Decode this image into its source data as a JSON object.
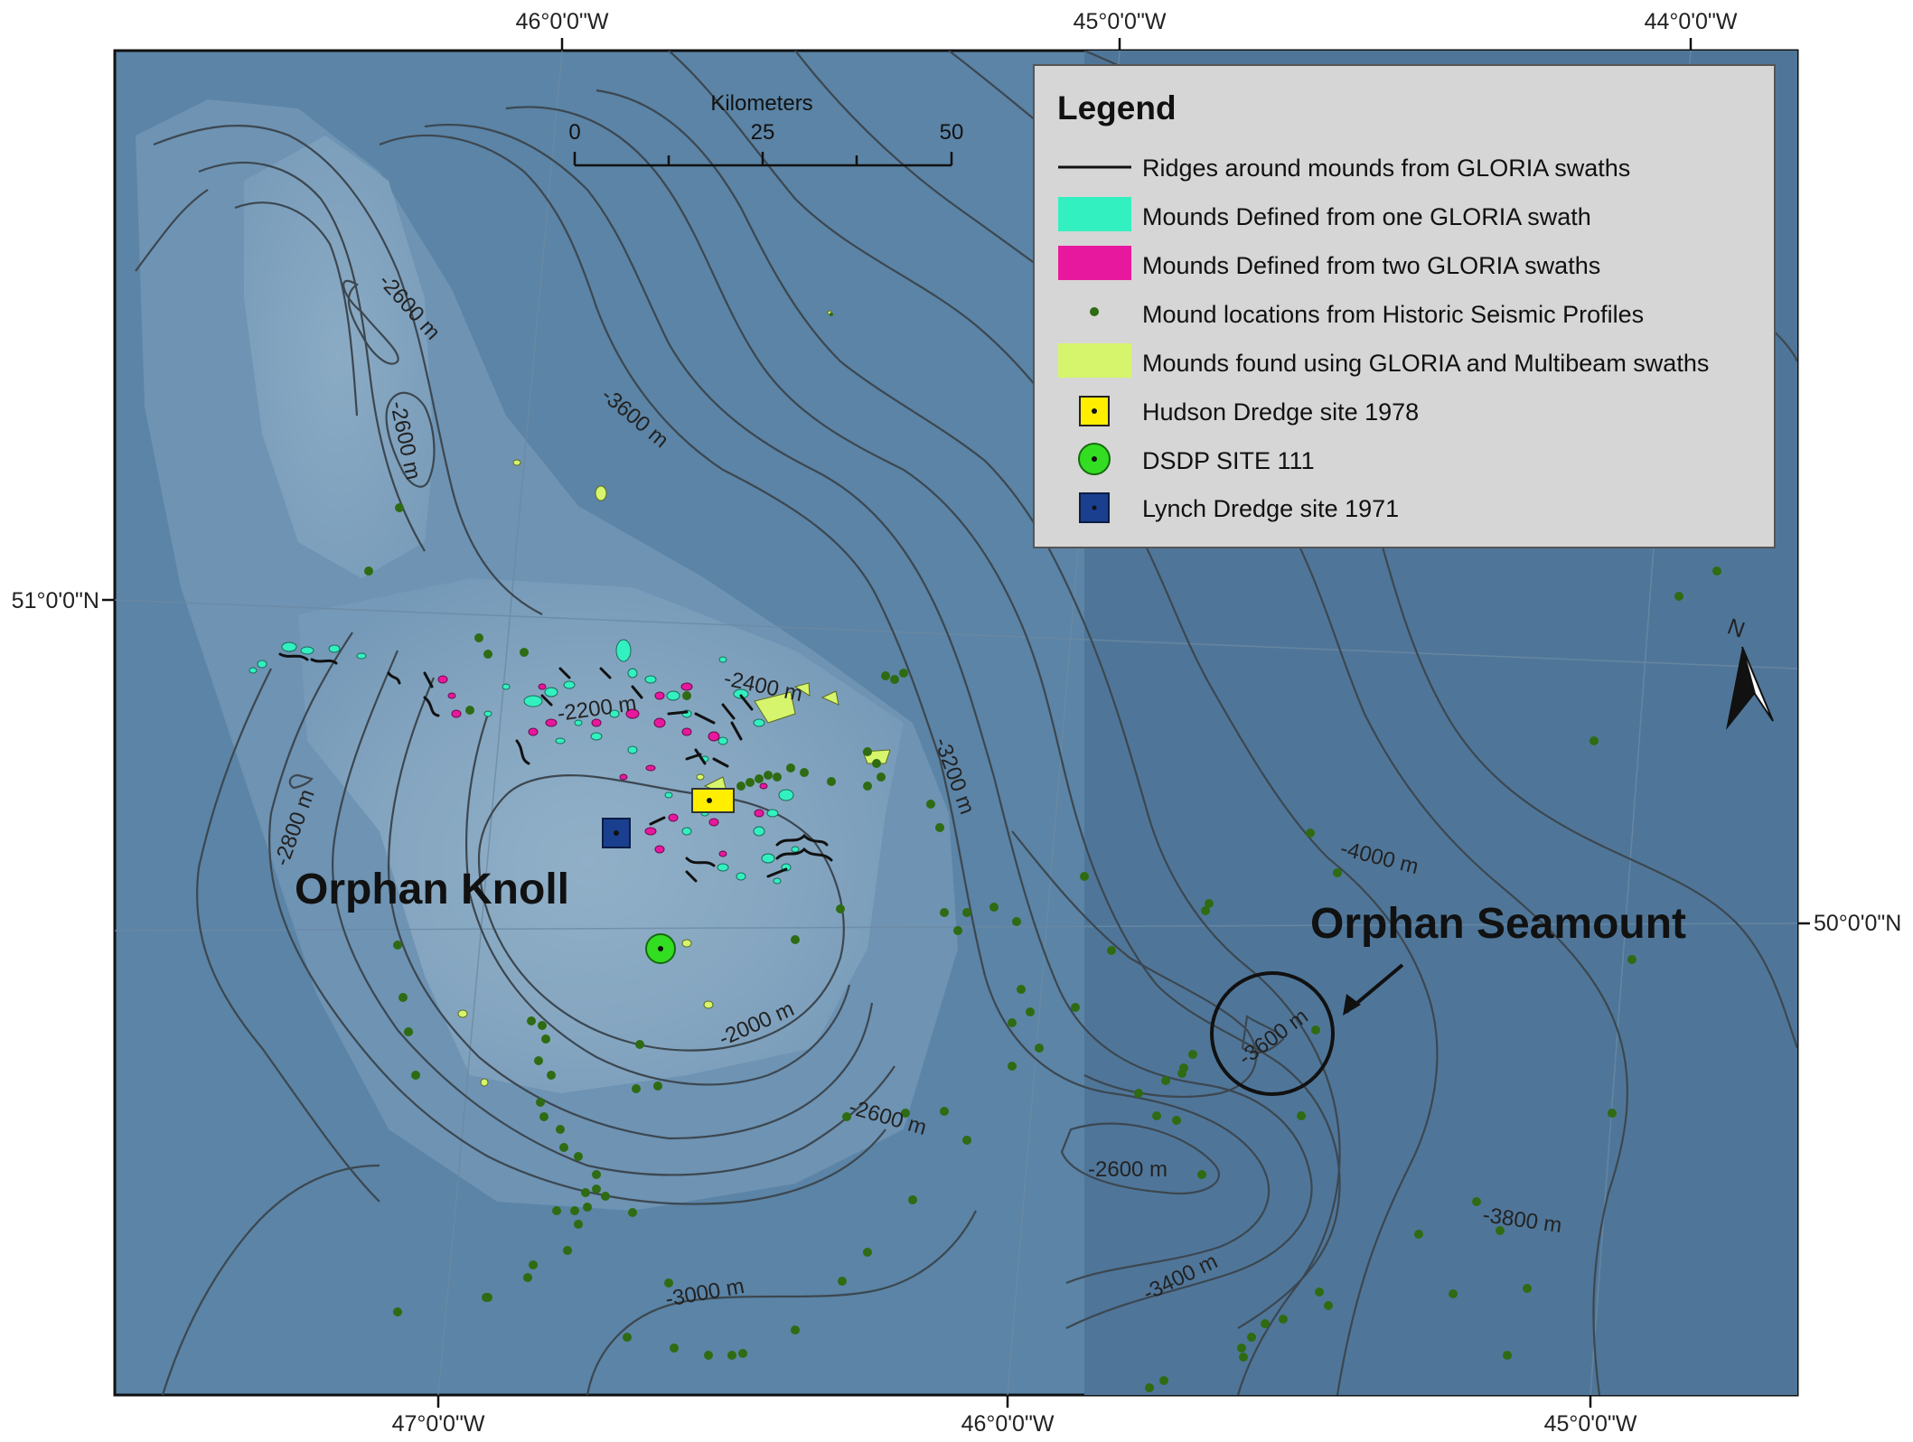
{
  "map": {
    "graticule_top": [
      "46°0'0\"W",
      "45°0'0\"W",
      "44°0'0\"W"
    ],
    "graticule_bottom": [
      "47°0'0\"W",
      "46°0'0\"W",
      "45°0'0\"W"
    ],
    "graticule_left": [
      "51°0'0\"N"
    ],
    "graticule_right": [
      "50°0'0\"N"
    ],
    "place_labels": [
      "Orphan Knoll",
      "Orphan Seamount"
    ],
    "contour_labels": [
      "-2600 m",
      "-2600 m",
      "-3600 m",
      "-2800 m",
      "-2200 m",
      "-2400 m",
      "-3200 m",
      "-4000 m",
      "-2000 m",
      "-3600 m",
      "-2600 m",
      "-2600 m",
      "-3800 m",
      "-3000 m",
      "-3400 m"
    ],
    "north_arrow": "N"
  },
  "scale_bar": {
    "title": "Kilometers",
    "ticks": [
      "0",
      "25",
      "50"
    ]
  },
  "legend": {
    "title": "Legend",
    "items": [
      {
        "label": "Ridges around mounds from GLORIA swaths",
        "symbol": "line",
        "color": "#111111"
      },
      {
        "label": "Mounds Defined from one GLORIA swath",
        "symbol": "rect",
        "color": "#33f0c0"
      },
      {
        "label": "Mounds Defined from two GLORIA swaths",
        "symbol": "rect",
        "color": "#e8189e"
      },
      {
        "label": "Mound locations from Historic Seismic Profiles",
        "symbol": "dot",
        "color": "#2e6b12"
      },
      {
        "label": "Mounds found using GLORIA and Multibeam swaths",
        "symbol": "rect",
        "color": "#d6f56c"
      },
      {
        "label": "Hudson Dredge site 1978",
        "symbol": "square-dot",
        "color": "#ffee00"
      },
      {
        "label": "DSDP SITE 111",
        "symbol": "circle-dot",
        "color": "#33dd22"
      },
      {
        "label": "Lynch Dredge site 1971",
        "symbol": "square-dot",
        "color": "#1a3f8f"
      }
    ]
  },
  "colors": {
    "sea": "#5b84a6",
    "knoll": "#9ab6ca",
    "contour": "#3c4750"
  }
}
